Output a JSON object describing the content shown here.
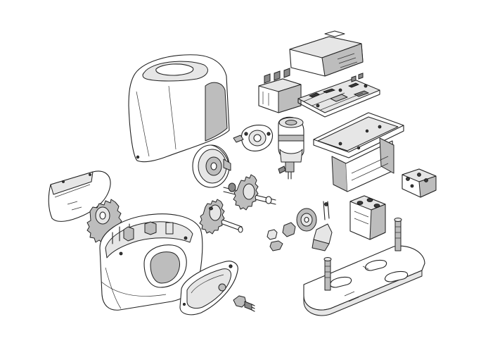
{
  "figure": {
    "kind": "exploded-view",
    "background": "#ffffff",
    "line_color": "#222222",
    "shade_colors": [
      "#e6e6e6",
      "#bdbdbd",
      "#8a8a8a"
    ]
  },
  "parts": [
    "motor-cover",
    "electronics-cover",
    "transformer",
    "control-board",
    "board-bracket",
    "mounting-plate",
    "motor",
    "motor-flange",
    "drive-disc",
    "gear-shaft-upper",
    "gear-shaft-lower",
    "limit-switch-assembly",
    "rack-pinion",
    "pinion-guard",
    "gearbox-housing",
    "release-door",
    "release-key",
    "terminal-block",
    "connector-module",
    "anchor-bolts"
  ]
}
